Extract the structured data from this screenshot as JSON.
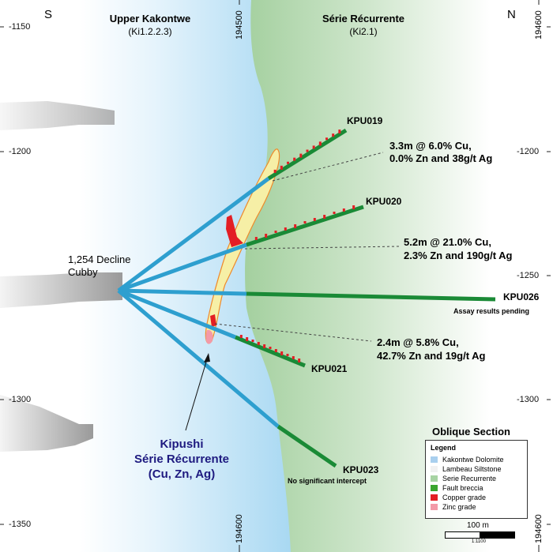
{
  "orientation": {
    "left": "S",
    "right": "N"
  },
  "units": {
    "upper": {
      "name": "Upper Kakontwe",
      "code": "(Ki1.2.2.3)"
    },
    "serie": {
      "name": "Série Récurrente",
      "code": "(Ki2.1)"
    }
  },
  "elevation_ticks": [
    "-1150",
    "-1200",
    "-1250",
    "-1300",
    "-1350"
  ],
  "easting_ticks": {
    "top_center": "194500",
    "top_right": "194600",
    "bottom_center": "194600",
    "bottom_right": "194600"
  },
  "cubby_label": [
    "1,254 Decline",
    "Cubby"
  ],
  "drillholes": [
    {
      "id": "KPU019",
      "note": ""
    },
    {
      "id": "KPU020",
      "note": ""
    },
    {
      "id": "KPU026",
      "note": "Assay results pending"
    },
    {
      "id": "KPU021",
      "note": ""
    },
    {
      "id": "KPU023",
      "note": "No significant intercept"
    }
  ],
  "intercepts": [
    {
      "hole": "KPU019",
      "line1": "3.3m @ 6.0% Cu,",
      "line2": "0.0% Zn and 38g/t Ag"
    },
    {
      "hole": "KPU020",
      "line1": "5.2m @ 21.0% Cu,",
      "line2": "2.3% Zn and 190g/t Ag"
    },
    {
      "hole": "KPU021",
      "line1": "2.4m @ 5.8% Cu,",
      "line2": "42.7% Zn and 19g/t Ag"
    }
  ],
  "deposit_label": [
    "Kipushi",
    "Série Récurrente",
    "(Cu, Zn, Ag)"
  ],
  "legend": {
    "section_title": "Oblique Section",
    "title": "Legend",
    "items": [
      {
        "label": "Kakontwe Dolomite",
        "color": "#a9cfee"
      },
      {
        "label": "Lambeau Siltstone",
        "color": "#f1f1f1"
      },
      {
        "label": "Serie Recurrente",
        "color": "#a7d3a3"
      },
      {
        "label": "Fault breccia",
        "color": "#3aa52e"
      },
      {
        "label": "Copper grade",
        "color": "#e31e24"
      },
      {
        "label": "Zinc grade",
        "color": "#f39aa8"
      }
    ]
  },
  "scale": {
    "label": "100 m",
    "ratio": "1:1100"
  },
  "colors": {
    "blue_unit": "#b4dcf4",
    "green_unit": "#a9d3a5",
    "hole_blue": "#2e9fcf",
    "hole_green": "#1a8a36",
    "copper": "#e31e24",
    "zinc": "#f39aa8",
    "orebody": "#f6efa6",
    "orebody_outline": "#ef8a2a",
    "deposit_text": "#1e1a80"
  }
}
